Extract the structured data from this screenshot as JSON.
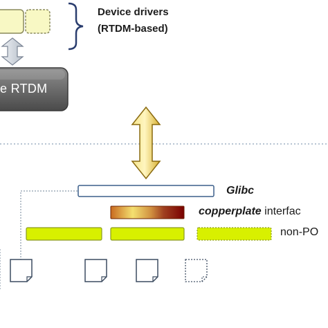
{
  "labels": {
    "device_drivers_line1": "Device drivers",
    "device_drivers_line2": "(RTDM-based)",
    "rtdm_box": "e RTDM",
    "glibc": "Glibc",
    "copperplate_emphasis": "copperplate",
    "copperplate_rest": " interfac",
    "non_posix": "non-PO"
  },
  "colors": {
    "driver_block_fill": "#f8f8c4",
    "driver_block_stroke": "#8a8a5c",
    "rtdm_box_top": "#8e8e8e",
    "rtdm_box_bottom": "#4a4a4a",
    "arrow_gold": "#e0c040",
    "arrow_stroke": "#8a6a10",
    "small_arrow_fill": "#d8dde4",
    "brace": "#2a3d6e",
    "divider": "#8aa0b8",
    "connector": "#8a9aaa",
    "glibc_bar_stroke": "#3b5f8a",
    "lime_fill": "#d8f000",
    "lime_stroke": "#8a9a20",
    "copper_gradient": [
      "#c86a20",
      "#f4e070",
      "#d09040",
      "#a04020",
      "#7a0000"
    ],
    "doc_stroke": "#3c4c60"
  },
  "icons": [
    "up-down-arrow-icon",
    "vertical-double-arrow-icon",
    "curly-brace-icon",
    "document-icon"
  ]
}
